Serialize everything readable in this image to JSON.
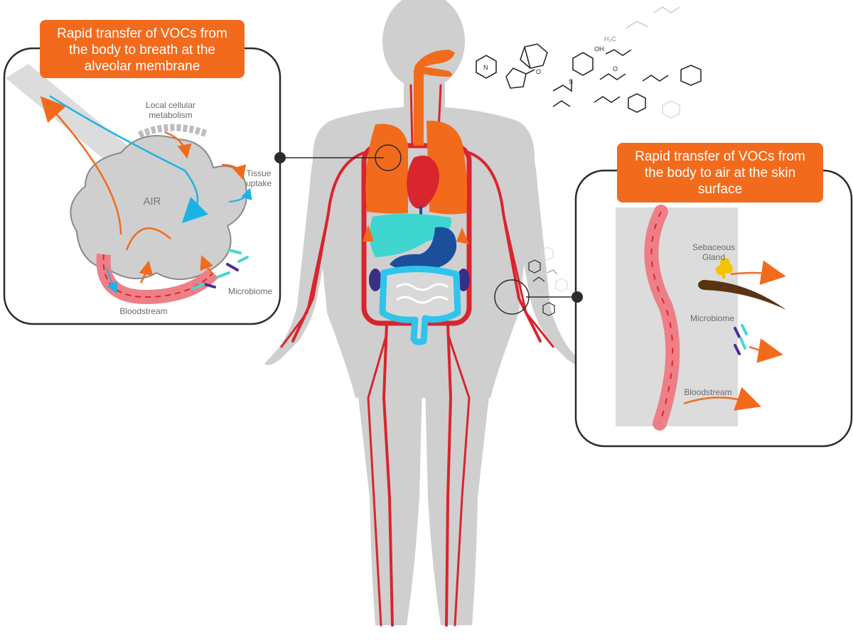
{
  "colors": {
    "accent": "#f26b1d",
    "body": "#cfcfcf",
    "body_dark": "#bdbdbd",
    "vessel": "#d9252e",
    "blood_light": "#ef7f86",
    "air_flow": "#1ab3e6",
    "liver": "#3fd6d0",
    "stomach": "#1b4f9c",
    "intestine_outline": "#2fc4ec",
    "kidney": "#3a2f86",
    "microbe_teal": "#49d6cf",
    "microbe_purple": "#4a2f92",
    "gland": "#f2c300",
    "hair": "#5a3312",
    "callout_border": "#2b2b2b"
  },
  "breath_callout": {
    "title": "Rapid transfer of VOCs from the body to breath at the alveolar membrane",
    "labels": {
      "metabolism": "Local cellular metabolism",
      "air": "AIR",
      "tissue": "Tissue uptake",
      "microbiome": "Microbiome",
      "bloodstream": "Bloodstream"
    }
  },
  "skin_callout": {
    "title": "Rapid transfer of VOCs from the body to air at the skin surface",
    "labels": {
      "gland": "Sebaceous Gland",
      "microbiome": "Microbiome",
      "bloodstream": "Bloodstream"
    }
  },
  "molecule_labels": {
    "hydroxyl": "OH",
    "methyl": "H₃C",
    "ketone_o": "O",
    "nitrogen": "N",
    "sulfur": "S"
  }
}
